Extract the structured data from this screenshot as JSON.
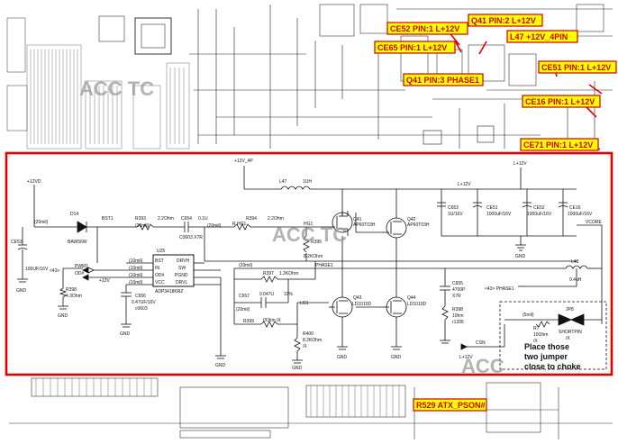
{
  "annotations": {
    "ce52": "CE52 PIN:1 L+12V",
    "q41": "Q41 PIN:2 L+12V",
    "ce65": "CE65 PIN:1 L+12V",
    "l47": "L47 +12V_4PIN",
    "ce51": "CE51 PIN:1 L+12V",
    "q41_phase": "Q41 PIN:3 PHASE1",
    "ce16": "CE16 PIN:1 L+12V",
    "ce71": "CE71 PIN:1 L+12V",
    "r529": "R529 ATX_PSON#"
  },
  "watermarks": {
    "w1": "ACC TC",
    "w2": "ACC TC",
    "w3": "ACC"
  },
  "schematic": {
    "nets": {
      "v12vd": "+12VD",
      "v12v_4p": "+12V_4P",
      "l12v_top": "L+12V",
      "l12v_bus": "L+12V",
      "l12v_bot": "L+12V",
      "vcore": "VCORE",
      "phase1": "PHASE1",
      "phase1_out": "<43> PHASE1",
      "csn": "CSN",
      "ref43": "<43>",
      "pwm1": "PWM1",
      "od": "OD#",
      "plus12v": "+12V",
      "bst1": "BST1",
      "hg1": "HG1",
      "lg1": "LG1",
      "rhg1": "R HG1",
      "gnd1": "GND",
      "gnd2": "GND",
      "gnd3": "GND",
      "gnd4": "GND",
      "gnd5": "GND",
      "gnd6": "GND",
      "gnd7": "GND",
      "gnd8": "GND"
    },
    "parts": {
      "l47": "L47",
      "l47v": "1UH",
      "d14": "D14",
      "d14v": "BAW56W",
      "ce53": "CE53",
      "ce53v": "100UF/16V",
      "r398": "R398",
      "r398v": "4.3Ohm",
      "r393": "R393",
      "r393v": "2.2Ohm",
      "c654": "C654",
      "c654v": "0.1U",
      "c654p": "C0603 X7R",
      "r394": "R394",
      "r394v": "2.2Ohm",
      "r395": "R395",
      "r395v": "8.2KOhm",
      "q41": "Q41",
      "q41v": "AP60T03H",
      "q42": "Q42",
      "q42v": "AP60T03H",
      "c653": "C653",
      "c653v": "1U/16V",
      "ce51": "CE51",
      "ce51v": "1000uF/16V",
      "ce52": "CE52",
      "ce52v": "1000uF/16V",
      "ce16": "CE16",
      "ce16v": "1000uF/16V",
      "u25": "U25",
      "u25v": "ADP3418KRZ",
      "pin_bst": "BST",
      "pin_drvh": "DRVH",
      "pin_in": "IN",
      "pin_sw": "SW",
      "pin_od": "OD#",
      "pin_pgnd": "PGND",
      "pin_vcc": "VCC",
      "pin_drvl": "DRVL",
      "r397": "R397",
      "r397v": "1.2KOhm",
      "c657": "C657",
      "c657v": "0.047U",
      "c657t": "10%",
      "r399": "R399",
      "r399v": "0Ohm /X",
      "r400": "R400",
      "r400v": "8.2KOhm",
      "r400x": "/X",
      "c656": "C656",
      "c656v": "0.47UF/16V",
      "c656p": "c0603",
      "q43": "Q43",
      "q43v": "LD1010D",
      "q44": "Q44",
      "q44v": "LD1010D",
      "c655": "C655",
      "c655v": "4700P",
      "c655p": "X7R",
      "r398b": "R398",
      "r398bv": "10hm",
      "r398bp": "r1206",
      "l48": "L48",
      "l48v": "0.4uH",
      "jp8": "JP8",
      "jp8v": "SHORTPIN",
      "jp8x": "/X",
      "r7": "R7",
      "r7v": "10Ohm",
      "r7x": "/X",
      "mil": "(5mil)",
      "mil20a": "(20mil)",
      "mil20b": "(20mil)",
      "mil20c": "(20mil)",
      "mil20d": "(20mil)",
      "mil20e": "(20mil)",
      "mil10a": "(10mil)",
      "mil10b": "(10mil)",
      "mil10c": "(10mil)",
      "mil10d": "(10mil)"
    },
    "note": [
      "Place those",
      "two jumper",
      "close to choke"
    ]
  },
  "colors": {
    "highlight": "#e00000",
    "tag_fill": "#ffff00",
    "tag_text": "#d00000"
  }
}
